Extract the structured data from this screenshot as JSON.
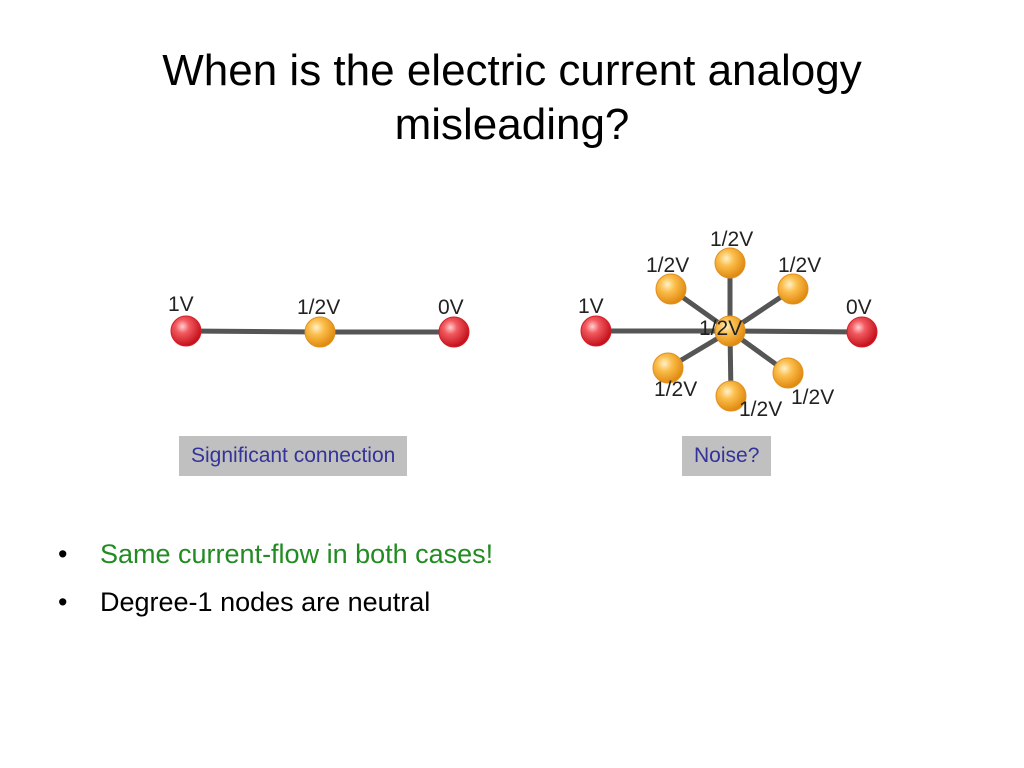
{
  "slide": {
    "title_line1": "When is the electric current analogy",
    "title_line2": "misleading?"
  },
  "diagram_left": {
    "nodes": [
      {
        "label": "1V",
        "color": "red"
      },
      {
        "label": "1/2V",
        "color": "orange"
      },
      {
        "label": "0V",
        "color": "red"
      }
    ],
    "caption": "Significant connection"
  },
  "diagram_right": {
    "nodes": [
      {
        "label": "1V",
        "color": "red"
      },
      {
        "label": "1/2V",
        "color": "orange"
      },
      {
        "label": "0V",
        "color": "red"
      },
      {
        "label": "1/2V",
        "color": "orange"
      },
      {
        "label": "1/2V",
        "color": "orange"
      },
      {
        "label": "1/2V",
        "color": "orange"
      },
      {
        "label": "1/2V",
        "color": "orange"
      },
      {
        "label": "1/2V",
        "color": "orange"
      },
      {
        "label": "1/2V",
        "color": "orange"
      }
    ],
    "caption": "Noise?"
  },
  "bullets": [
    {
      "text": "Same current-flow in both cases!",
      "color": "#228B22"
    },
    {
      "text": "Degree-1 nodes are neutral",
      "color": "#000000"
    }
  ],
  "colors": {
    "red_node": "#e8303a",
    "orange_node": "#f5a623",
    "edge": "#555555",
    "caption_bg": "#c0c0c0",
    "caption_text": "#333399"
  }
}
